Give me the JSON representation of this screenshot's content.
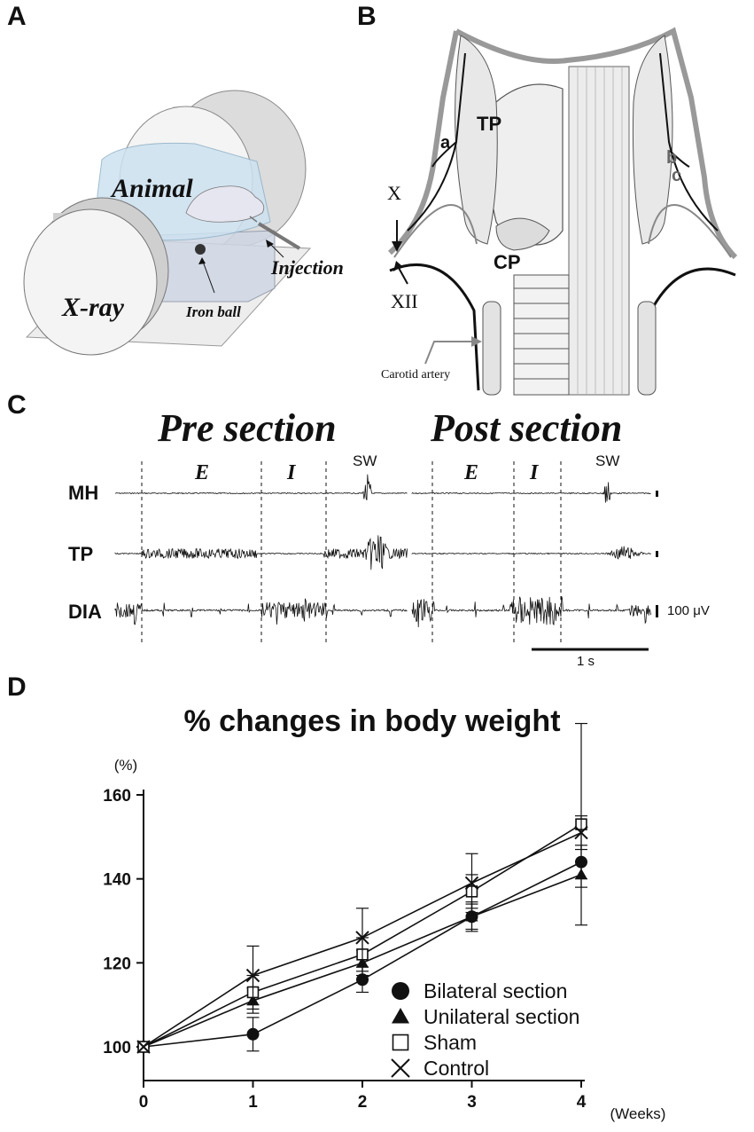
{
  "panels": {
    "a": {
      "letter": "A",
      "labels": {
        "animal": "Animal",
        "xray": "X-ray",
        "iron_ball": "Iron ball",
        "injection": "Injection"
      }
    },
    "b": {
      "letter": "B",
      "labels": {
        "tp": "TP",
        "cp": "CP",
        "a": "a",
        "b": "b",
        "c": "c",
        "x": "X",
        "xii": "XII",
        "carotid": "Carotid artery"
      }
    },
    "c": {
      "letter": "C",
      "pre_title": "Pre section",
      "post_title": "Post section",
      "phase_e": "E",
      "phase_i": "I",
      "sw": "SW",
      "channels": [
        "MH",
        "TP",
        "DIA"
      ],
      "amp_scale": "100 μV",
      "time_scale": "1 s"
    },
    "d": {
      "letter": "D"
    }
  },
  "chart_data": {
    "type": "line",
    "title": "% changes in body weight",
    "ylabel": "(%)",
    "xlabel": "(Weeks)",
    "x": [
      0,
      1,
      2,
      3,
      4
    ],
    "xticks": [
      "0",
      "1",
      "2",
      "3",
      "4"
    ],
    "yticks": [
      "100",
      "120",
      "140",
      "160"
    ],
    "xlim": [
      0,
      4
    ],
    "ylim": [
      100,
      160
    ],
    "grid": false,
    "legend_position": "bottom-right",
    "series": [
      {
        "name": "Bilateral section",
        "marker": "circle",
        "values": [
          100,
          103,
          116,
          131,
          144
        ],
        "err": [
          0,
          4,
          3,
          3.5,
          4
        ]
      },
      {
        "name": "Unilateral section",
        "marker": "triangle",
        "values": [
          100,
          111,
          120,
          131,
          141
        ],
        "err": [
          0,
          3,
          3,
          3,
          3
        ]
      },
      {
        "name": "Sham",
        "marker": "square",
        "values": [
          100,
          113,
          122,
          137,
          153
        ],
        "err": [
          0,
          4,
          4,
          4,
          24
        ]
      },
      {
        "name": "Control",
        "marker": "cross",
        "values": [
          100,
          117,
          126,
          139,
          151
        ],
        "err": [
          0,
          7,
          7,
          7,
          4
        ]
      }
    ]
  }
}
